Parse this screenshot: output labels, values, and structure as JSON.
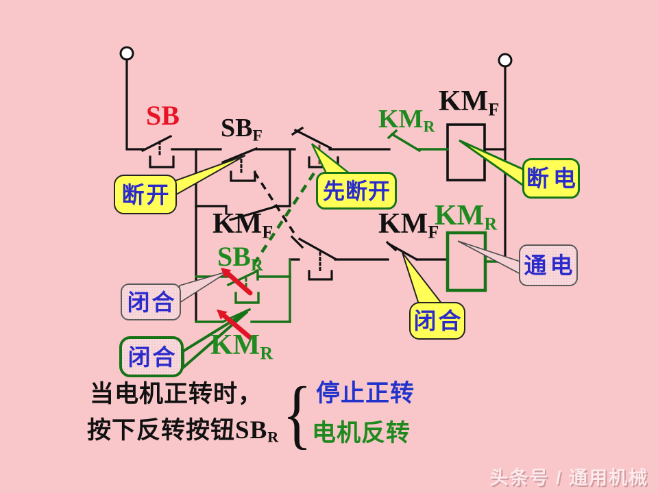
{
  "meta": {
    "description": "Teaching slide: forward/reverse motor control circuit with push-button and contactor interlocks, annotated with action callouts",
    "background_color": "#f9c7ca"
  },
  "colors": {
    "background_pink": "#f9c7ca",
    "circuit_black": "#111111",
    "circuit_green": "#177317",
    "label_green": "#1f8a1f",
    "label_red": "#e81425",
    "arrow_red": "#e01425",
    "callout_yellow": "#ffff57",
    "callout_pink": "#f5d0d4",
    "callout_text_blue": "#2b2bcc",
    "result_blue": "#2233cc",
    "result_green": "#1e8a1e"
  },
  "diagram": {
    "labels": {
      "sb": {
        "main": "SB",
        "sub": ""
      },
      "sb_f": {
        "main": "SB",
        "sub": "F"
      },
      "km_r_top": {
        "main": "KM",
        "sub": "R"
      },
      "km_f_top": {
        "main": "KM",
        "sub": "F"
      },
      "km_f_mid": {
        "main": "KM",
        "sub": "F"
      },
      "sb_r": {
        "main": "SB",
        "sub": "R"
      },
      "km_f_row2": {
        "main": "KM",
        "sub": "F"
      },
      "km_r_coil": {
        "main": "KM",
        "sub": "R"
      },
      "km_r_bottom": {
        "main": "KM",
        "sub": "R"
      }
    },
    "callouts": {
      "duankai": "断开",
      "xian_duankai": "先断开",
      "duandian": "断电",
      "bihe_sbr": "闭合",
      "bihe_kmr": "闭合",
      "bihe_kmf": "闭合",
      "tongdian": "通电"
    }
  },
  "caption": {
    "line1": "当电机正转时，",
    "line2_text": "按下反转按钮",
    "line2_label": {
      "main": "SB",
      "sub": "R"
    },
    "brace": "{",
    "result_stop": "停止正转",
    "result_reverse": "电机反转"
  },
  "watermark": "头条号 / 通用机械"
}
